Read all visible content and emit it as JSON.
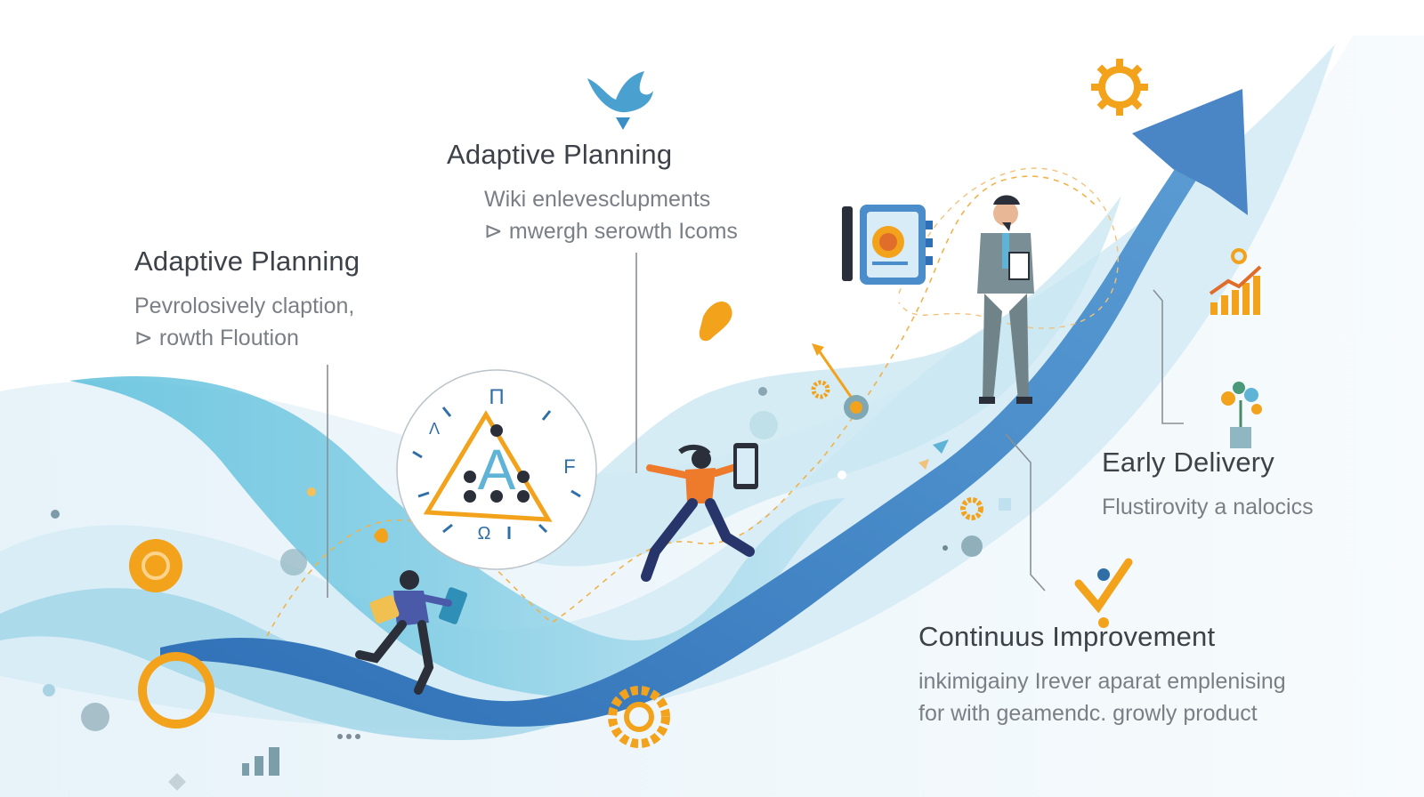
{
  "colors": {
    "wave_light": "#cfe7f2",
    "wave_mid": "#8fcde3",
    "wave_dark": "#4a8fc8",
    "arrow": "#4a86c5",
    "accent_orange": "#f3a21c",
    "person_orange": "#ee7a2c",
    "navy": "#27356b",
    "text_heading": "#3d4249",
    "text_body": "#7a7f86",
    "connector": "#8a9096"
  },
  "labels": {
    "adaptive_planning_left": {
      "title": "Adaptive Planning",
      "line1": "Pevrolosively claption,",
      "line2": "⊳ rowth Floution"
    },
    "adaptive_planning_top": {
      "title": "Adaptive Planning",
      "line1": "Wiki enlevesclupments",
      "line2": "⊳ mwergh serowth Icoms"
    },
    "early_delivery": {
      "title": "Early Delivery",
      "line1": "Flustirovity a nalocics"
    },
    "continuous_improvement": {
      "title": "Continuus Improvement",
      "line1": "inkimigainy Irever aparat emplenising",
      "line2": "for with geamendc. growly product"
    }
  },
  "icons": [
    "bird-icon",
    "gear-icon",
    "agile-cycle-icon",
    "notebook-icon",
    "bar-growth-icon",
    "plant-icon",
    "checkmark-icon",
    "compass-arrow-icon",
    "signal-bars-icon"
  ]
}
